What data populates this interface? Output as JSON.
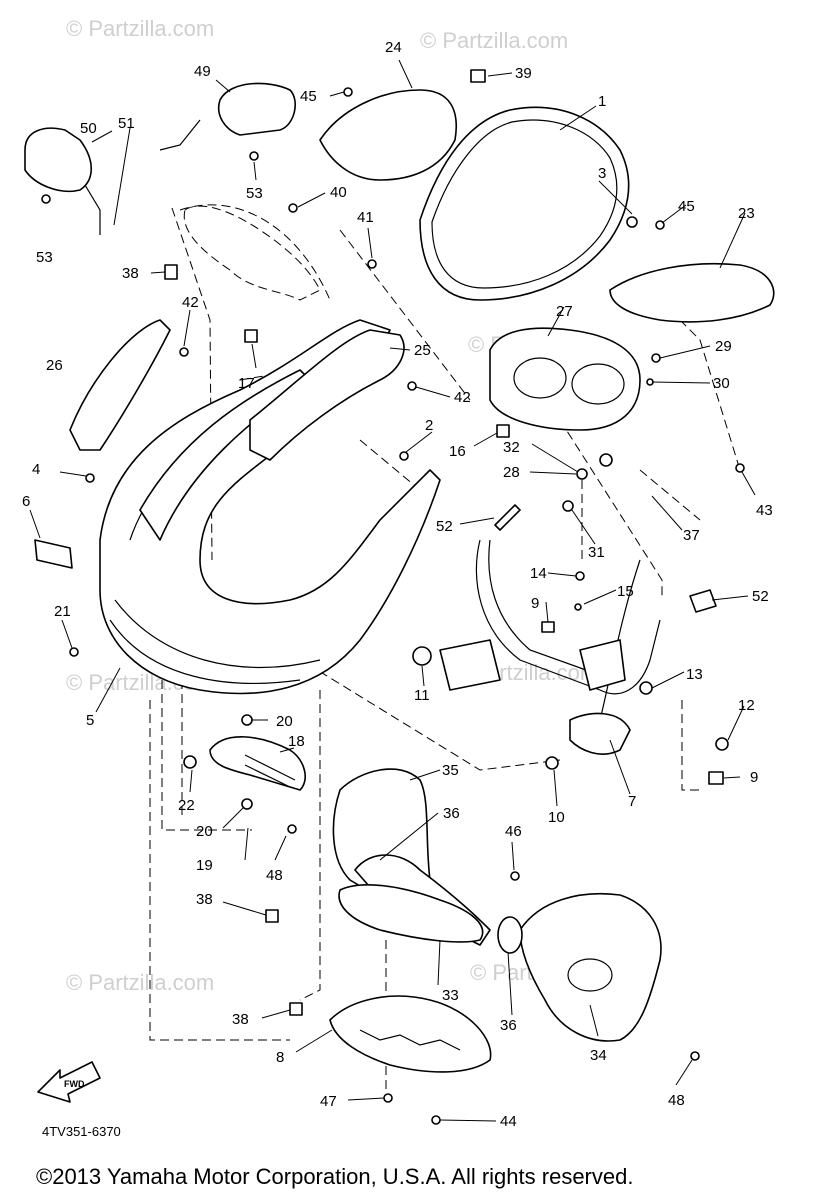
{
  "watermark": "© Partzilla.com",
  "diagram_code": "4TV351-6370",
  "direction_marker": "FWD",
  "copyright": "©2013  Yamaha Motor Corporation, U.S.A. All rights reserved.",
  "callouts": [
    "1",
    "2",
    "3",
    "4",
    "5",
    "6",
    "7",
    "8",
    "9",
    "9",
    "10",
    "11",
    "12",
    "13",
    "14",
    "15",
    "16",
    "17",
    "18",
    "19",
    "20",
    "20",
    "21",
    "22",
    "23",
    "24",
    "25",
    "26",
    "27",
    "28",
    "29",
    "30",
    "31",
    "32",
    "33",
    "34",
    "35",
    "36",
    "36",
    "37",
    "38",
    "38",
    "38",
    "39",
    "40",
    "41",
    "42",
    "42",
    "43",
    "44",
    "45",
    "45",
    "46",
    "47",
    "48",
    "48",
    "49",
    "50",
    "51",
    "52",
    "52",
    "53",
    "53"
  ]
}
